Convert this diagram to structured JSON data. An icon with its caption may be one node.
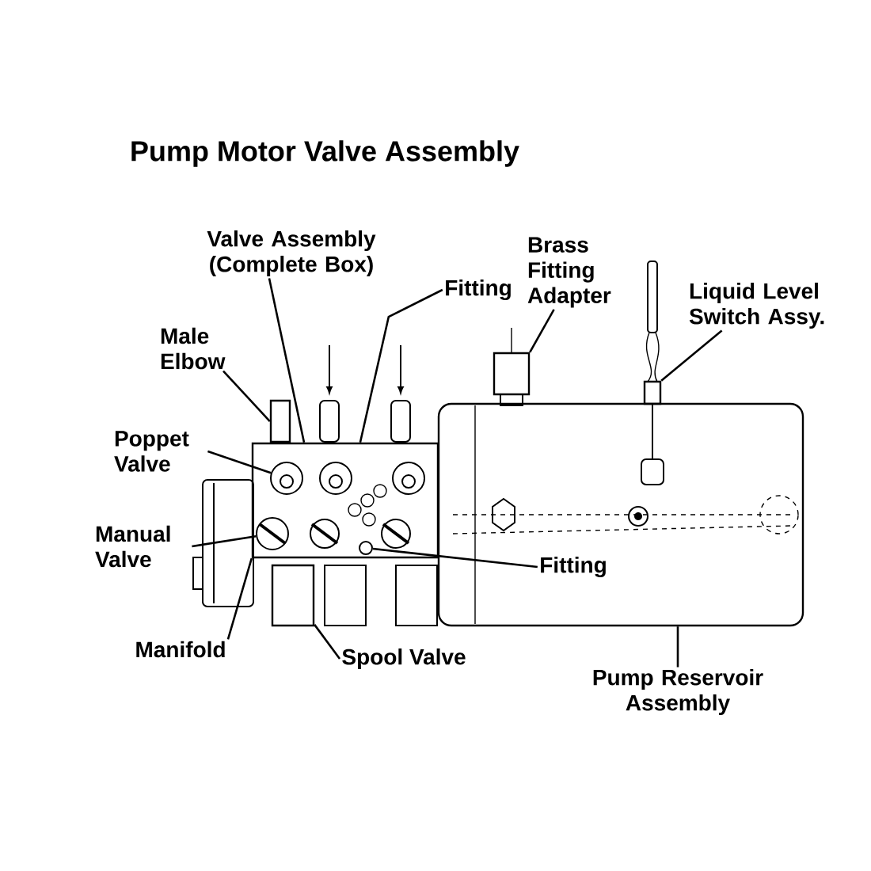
{
  "diagram": {
    "title": "Pump Motor Valve Assembly",
    "nodes": [
      {
        "text": [
          "Valve Assembly (Complete Box)"
        ]
      },
      {
        "text": [
          "Fitting"
        ]
      },
      {
        "text": [
          "Brass Fitting Adapter"
        ]
      },
      {
        "text": [
          "Male Elbow"
        ]
      },
      {
        "text": [
          "Liquid Level Switch Assy."
        ]
      },
      {
        "text": [
          "Poppet Valve"
        ]
      },
      {
        "text": [
          "Manual Valve"
        ]
      },
      {
        "text": [
          "Fitting"
        ],
        "in": 12
      },
      {
        "text": [
          "Manifold"
        ]
      },
      {
        "text": [
          "Spool Valve"
        ]
      },
      {
        "text": [
          "Pump Reservoir Assembly"
        ]
      },
      {
        "text": [],
        "shape": "box"
      },
      {
        "text": [],
        "shape": "box"
      },
      {
        "text": [],
        "shape": "box"
      },
      {
        "text": [],
        "shape": "box"
      },
      {
        "text": [],
        "shape": "box"
      },
      {
        "text": [],
        "shape": "circle",
        "in": 11
      },
      {
        "text": [],
        "shape": "circle",
        "in": 11
      },
      {
        "text": [],
        "shape": "circle",
        "in": 11
      },
      {
        "text": [],
        "shape": "box"
      }
    ],
    "edges": [
      {
        "from": 0,
        "to": 11,
        "arrow": "none"
      },
      {
        "from": 1,
        "to": 11,
        "arrow": "none"
      },
      {
        "from": 2,
        "to": 14,
        "arrow": "none"
      },
      {
        "from": 3,
        "to": 15,
        "arrow": "none"
      },
      {
        "from": 4,
        "to": 19,
        "arrow": "none"
      },
      {
        "from": 5,
        "to": 16,
        "arrow": "none"
      },
      {
        "from": 6,
        "to": 17,
        "arrow": "none"
      },
      {
        "from": 7,
        "to": 18,
        "arrow": "none"
      },
      {
        "from": 8,
        "to": 11,
        "arrow": "none"
      },
      {
        "from": 9,
        "to": 13,
        "arrow": "none"
      },
      {
        "from": 10,
        "to": 12,
        "arrow": "none"
      }
    ]
  }
}
